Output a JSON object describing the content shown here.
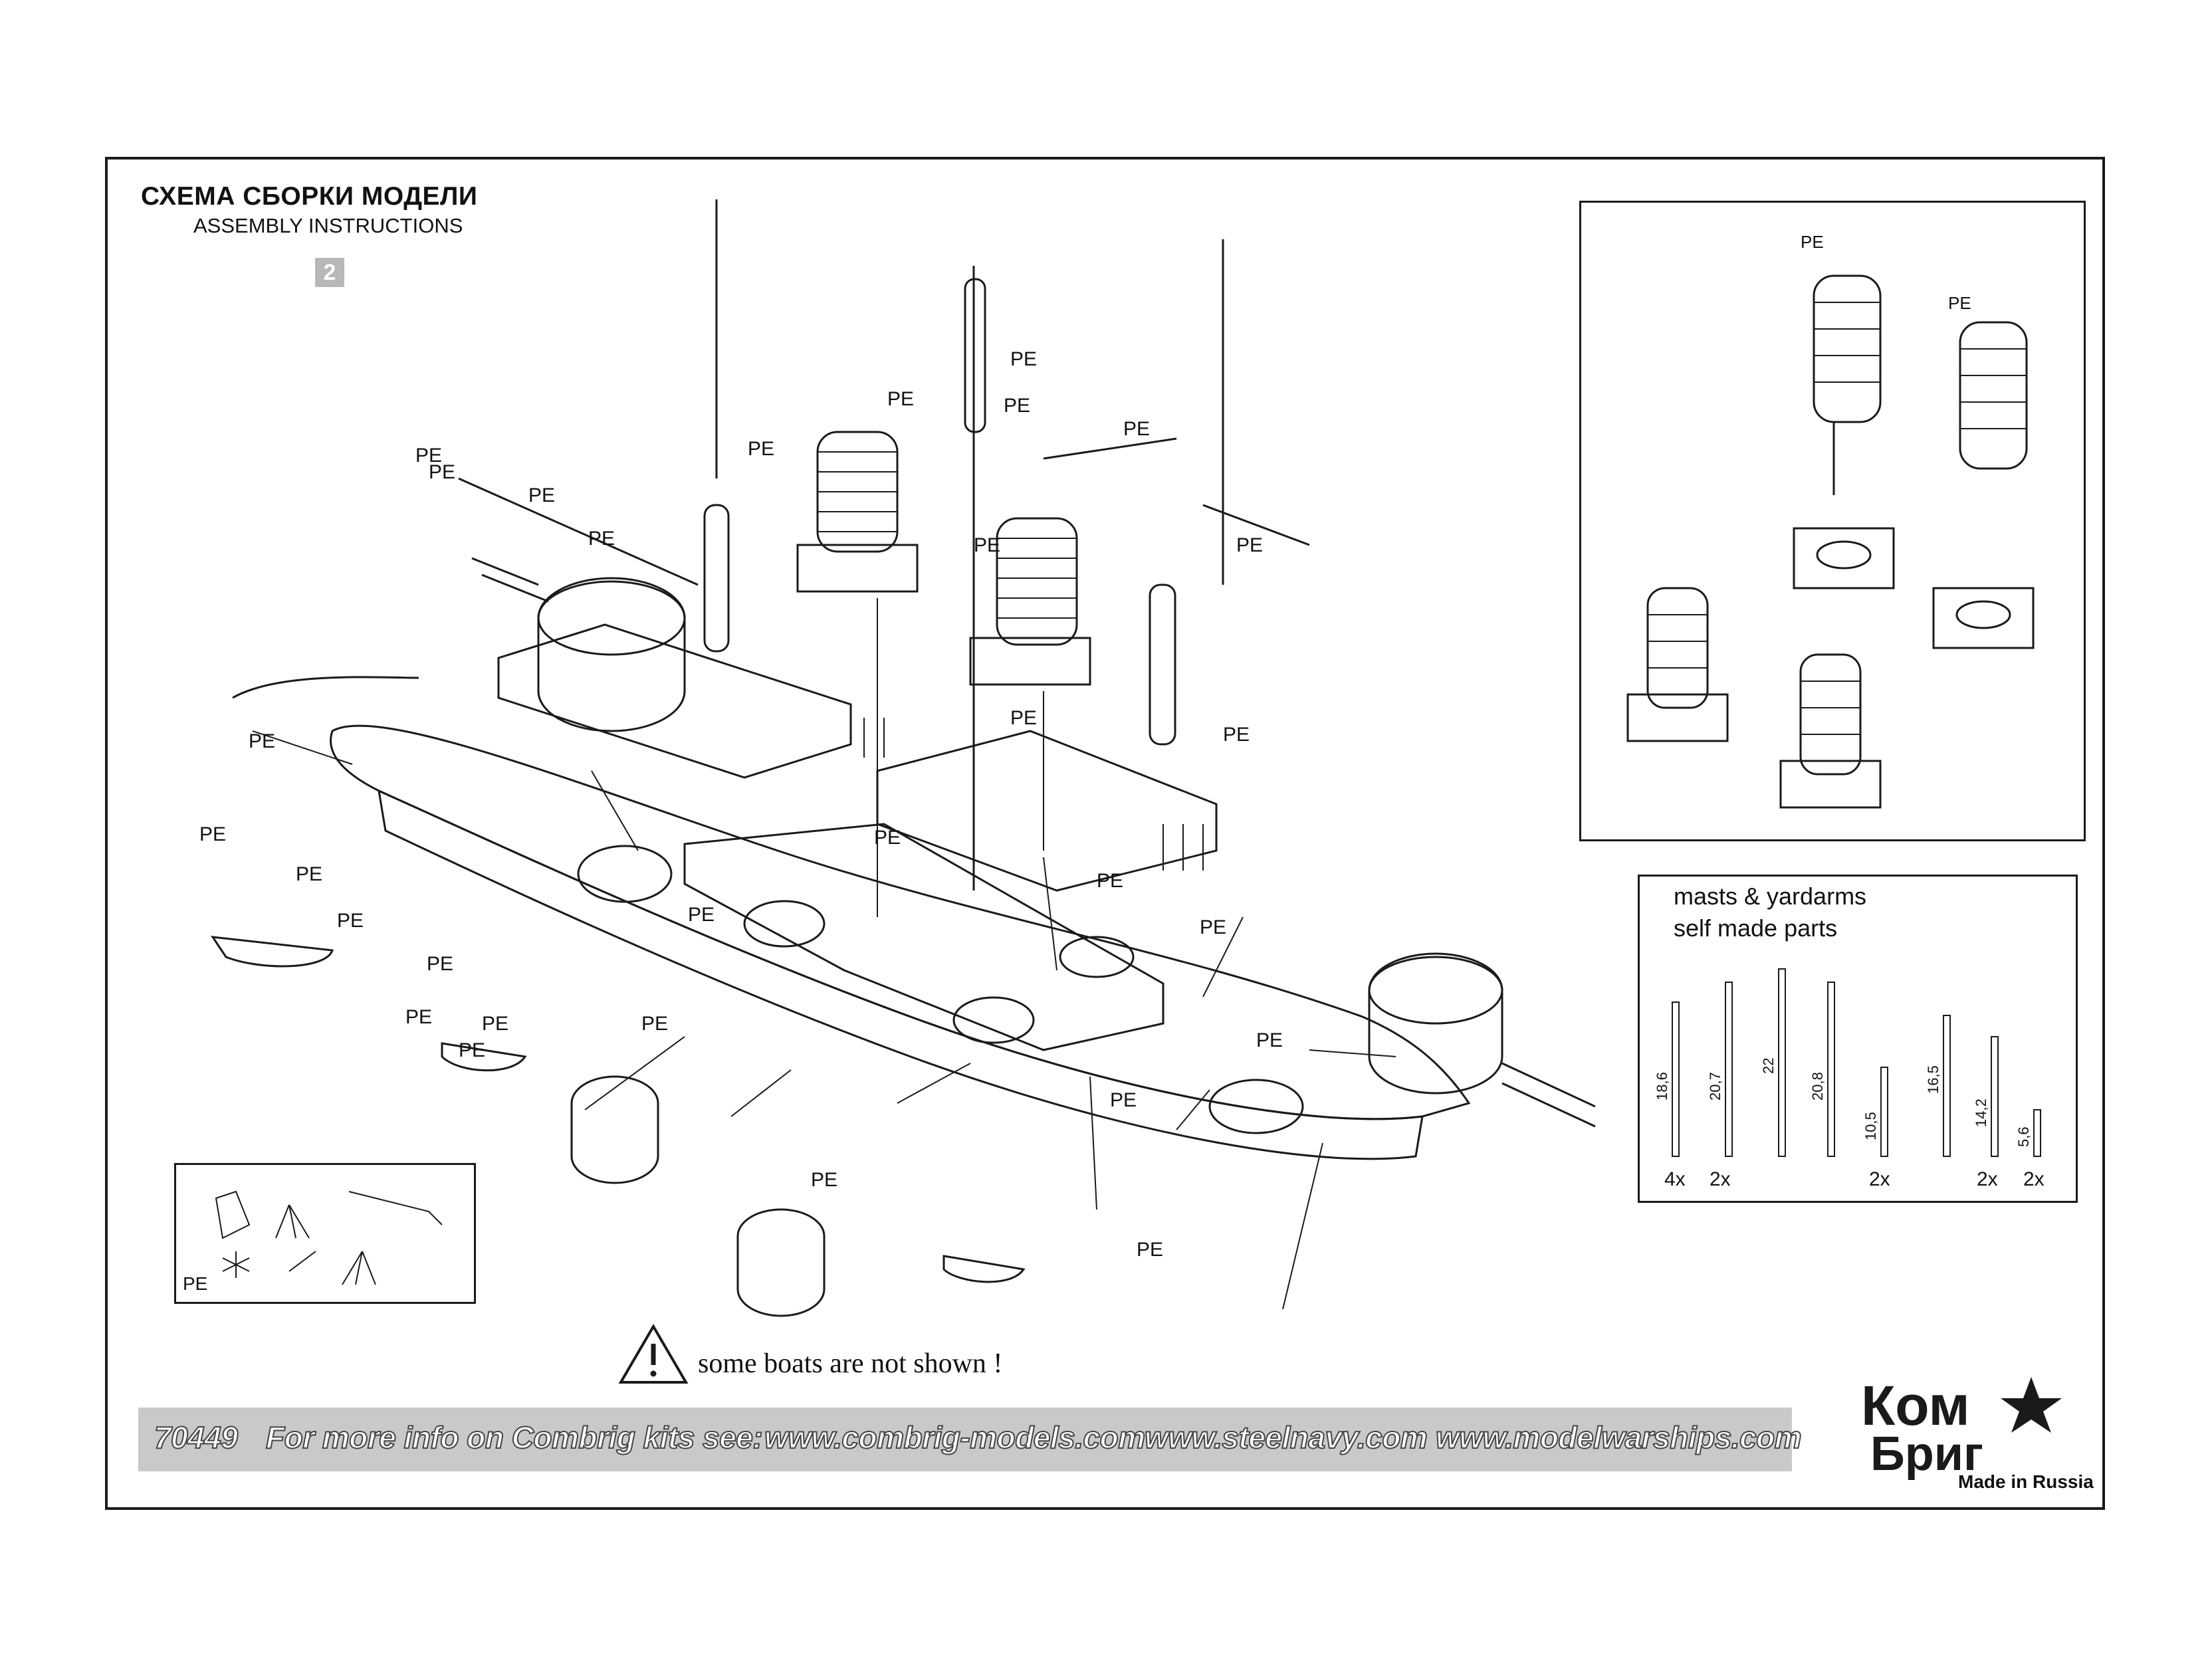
{
  "header": {
    "title_ru": "СХЕМА СБОРКИ МОДЕЛИ",
    "title_en": "ASSEMBLY INSTRUCTIONS",
    "step": "2"
  },
  "part_label": "PE",
  "masts_panel": {
    "title_line1": "masts & yardarms",
    "title_line2": "self made parts",
    "rods": [
      {
        "length": "18,6",
        "count": "4x"
      },
      {
        "length": "20,7",
        "count": "2x"
      },
      {
        "length": "22",
        "count": ""
      },
      {
        "length": "20,8",
        "count": ""
      },
      {
        "length": "10,5",
        "count": "2x"
      },
      {
        "length": "16,5",
        "count": ""
      },
      {
        "length": "14,2",
        "count": "2x"
      },
      {
        "length": "5,6",
        "count": "2x"
      }
    ]
  },
  "notice": "some boats are not shown !",
  "footer": {
    "kit_number": "70449",
    "info_text": "For more info on Combrig kits see:",
    "url_1": "www.combrig-models.com",
    "url_2": "www.steelnavy.com",
    "url_3": "www.modelwarships.com"
  },
  "logo": {
    "line1": "Ком",
    "line2": "Бриг",
    "made_in": "Made in Russia"
  },
  "colors": {
    "line": "#1a1a1a",
    "footer_band": "#c9c9c9",
    "badge": "#b8b8b8"
  }
}
